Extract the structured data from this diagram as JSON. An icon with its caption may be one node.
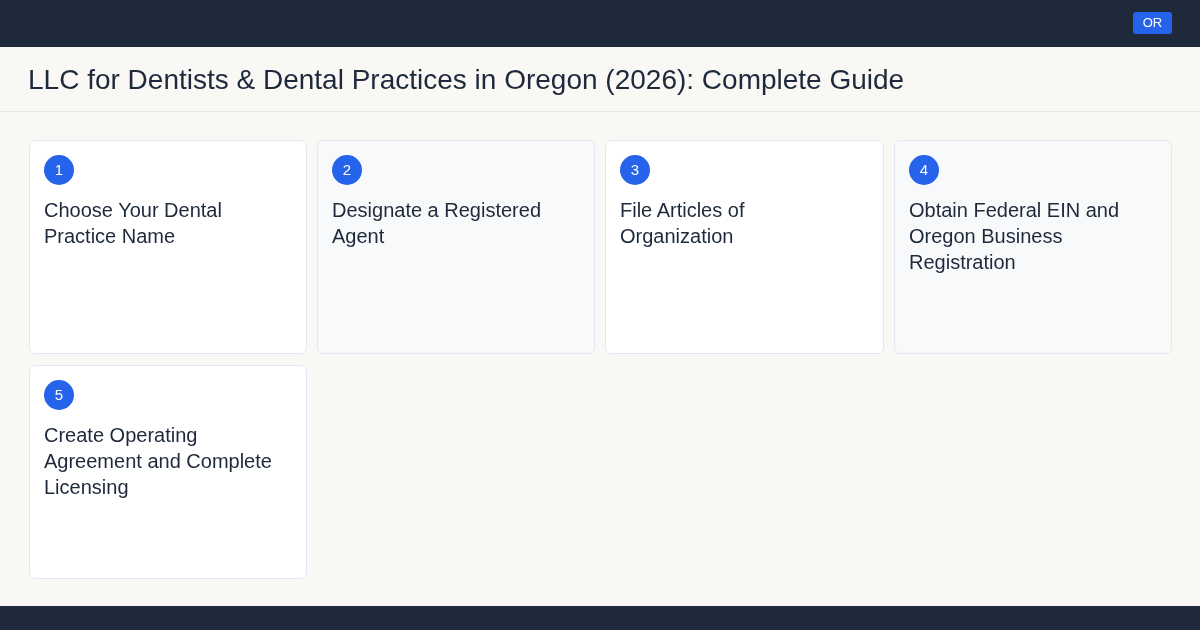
{
  "diagram": {
    "title": "LLC for Dentists & Dental Practices in Oregon (2026): Complete Guide",
    "nodes": [
      {
        "text": [
          "OR"
        ]
      },
      {
        "text": [
          "Choose Your Dental Practice Name"
        ]
      },
      {
        "text": [
          "1"
        ],
        "in": 1
      },
      {
        "text": [
          "Designate a Registered Agent"
        ]
      },
      {
        "text": [
          "2"
        ],
        "in": 3
      },
      {
        "text": [
          "File Articles of Organization"
        ]
      },
      {
        "text": [
          "3"
        ],
        "in": 5
      },
      {
        "text": [
          "Obtain Federal EIN and Oregon Business Registration"
        ]
      },
      {
        "text": [
          "4"
        ],
        "in": 7
      },
      {
        "text": [
          "Create Operating Agreement and Complete Licensing"
        ]
      },
      {
        "text": [
          "5"
        ],
        "in": 9
      }
    ]
  }
}
